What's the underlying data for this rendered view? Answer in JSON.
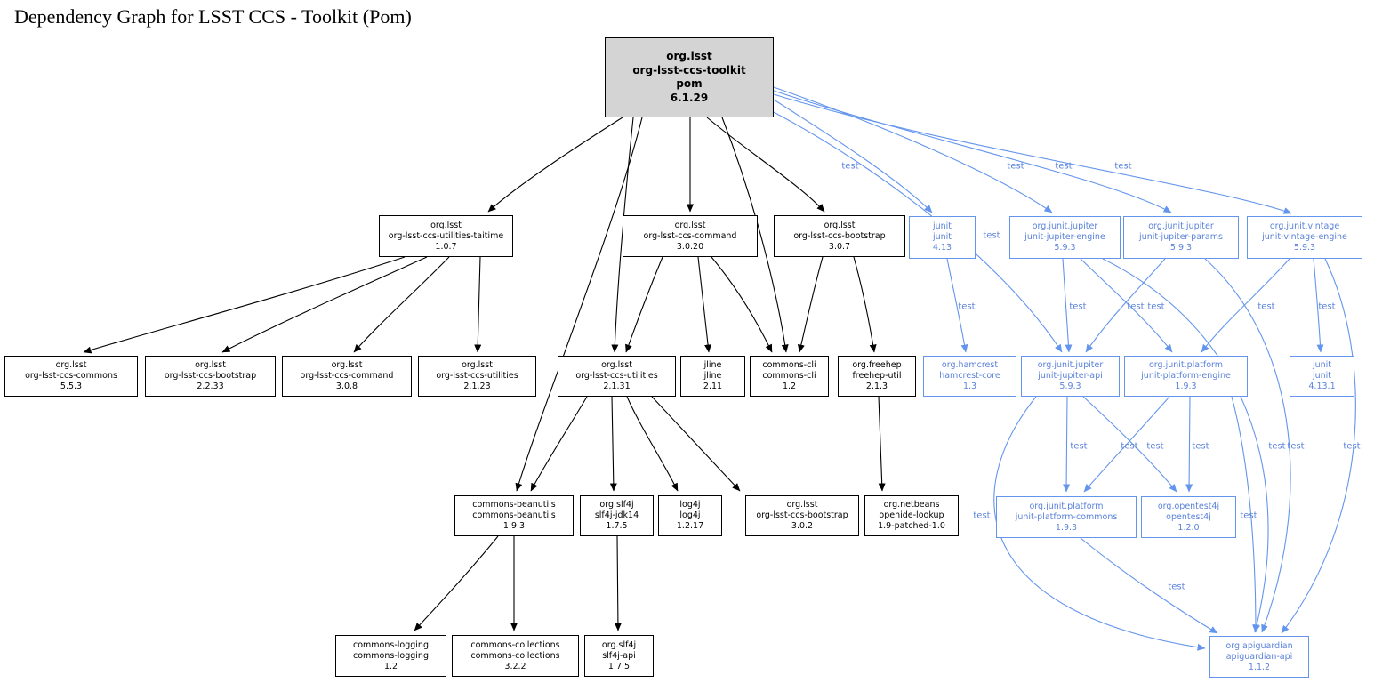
{
  "title": "Dependency Graph for LSST CCS - Toolkit (Pom)",
  "colors": {
    "dependency_edge": "#000000",
    "test_edge": "#6495ED",
    "test_text": "#5b82da",
    "root_fill": "#d4d4d4",
    "node_fill": "#ffffff",
    "background": "#ffffff"
  },
  "nodes": [
    {
      "id": "root",
      "kind": "root",
      "lines": [
        "org.lsst",
        "org-lsst-ccs-toolkit",
        "pom",
        "6.1.29"
      ]
    },
    {
      "id": "taitime",
      "kind": "dep",
      "lines": [
        "org.lsst",
        "org-lsst-ccs-utilities-taitime",
        "1.0.7"
      ]
    },
    {
      "id": "cmd320",
      "kind": "dep",
      "lines": [
        "org.lsst",
        "org-lsst-ccs-command",
        "3.0.20"
      ]
    },
    {
      "id": "boot307",
      "kind": "dep",
      "lines": [
        "org.lsst",
        "org-lsst-ccs-bootstrap",
        "3.0.7"
      ]
    },
    {
      "id": "junit413",
      "kind": "test",
      "lines": [
        "junit",
        "junit",
        "4.13"
      ]
    },
    {
      "id": "jupeng",
      "kind": "test",
      "lines": [
        "org.junit.jupiter",
        "junit-jupiter-engine",
        "5.9.3"
      ]
    },
    {
      "id": "juppar",
      "kind": "test",
      "lines": [
        "org.junit.jupiter",
        "junit-jupiter-params",
        "5.9.3"
      ]
    },
    {
      "id": "vineng",
      "kind": "test",
      "lines": [
        "org.junit.vintage",
        "junit-vintage-engine",
        "5.9.3"
      ]
    },
    {
      "id": "commons553",
      "kind": "dep",
      "lines": [
        "org.lsst",
        "org-lsst-ccs-commons",
        "5.5.3"
      ]
    },
    {
      "id": "boot2233",
      "kind": "dep",
      "lines": [
        "org.lsst",
        "org-lsst-ccs-bootstrap",
        "2.2.33"
      ]
    },
    {
      "id": "cmd308",
      "kind": "dep",
      "lines": [
        "org.lsst",
        "org-lsst-ccs-command",
        "3.0.8"
      ]
    },
    {
      "id": "util2123",
      "kind": "dep",
      "lines": [
        "org.lsst",
        "org-lsst-ccs-utilities",
        "2.1.23"
      ]
    },
    {
      "id": "util2131",
      "kind": "dep",
      "lines": [
        "org.lsst",
        "org-lsst-ccs-utilities",
        "2.1.31"
      ]
    },
    {
      "id": "jline",
      "kind": "dep",
      "lines": [
        "jline",
        "jline",
        "2.11"
      ]
    },
    {
      "id": "cli",
      "kind": "dep",
      "lines": [
        "commons-cli",
        "commons-cli",
        "1.2"
      ]
    },
    {
      "id": "freehep",
      "kind": "dep",
      "lines": [
        "org.freehep",
        "freehep-util",
        "2.1.3"
      ]
    },
    {
      "id": "hamcrest",
      "kind": "test",
      "lines": [
        "org.hamcrest",
        "hamcrest-core",
        "1.3"
      ]
    },
    {
      "id": "jupapi",
      "kind": "test",
      "lines": [
        "org.junit.jupiter",
        "junit-jupiter-api",
        "5.9.3"
      ]
    },
    {
      "id": "plateng",
      "kind": "test",
      "lines": [
        "org.junit.platform",
        "junit-platform-engine",
        "1.9.3"
      ]
    },
    {
      "id": "junit4131",
      "kind": "test",
      "lines": [
        "junit",
        "junit",
        "4.13.1"
      ]
    },
    {
      "id": "beanutils",
      "kind": "dep",
      "lines": [
        "commons-beanutils",
        "commons-beanutils",
        "1.9.3"
      ]
    },
    {
      "id": "slf4jjdk",
      "kind": "dep",
      "lines": [
        "org.slf4j",
        "slf4j-jdk14",
        "1.7.5"
      ]
    },
    {
      "id": "log4j",
      "kind": "dep",
      "lines": [
        "log4j",
        "log4j",
        "1.2.17"
      ]
    },
    {
      "id": "boot302",
      "kind": "dep",
      "lines": [
        "org.lsst",
        "org-lsst-ccs-bootstrap",
        "3.0.2"
      ]
    },
    {
      "id": "netbeans",
      "kind": "dep",
      "lines": [
        "org.netbeans",
        "openide-lookup",
        "1.9-patched-1.0"
      ]
    },
    {
      "id": "platcom",
      "kind": "test",
      "lines": [
        "org.junit.platform",
        "junit-platform-commons",
        "1.9.3"
      ]
    },
    {
      "id": "opentest",
      "kind": "test",
      "lines": [
        "org.opentest4j",
        "opentest4j",
        "1.2.0"
      ]
    },
    {
      "id": "clogging",
      "kind": "dep",
      "lines": [
        "commons-logging",
        "commons-logging",
        "1.2"
      ]
    },
    {
      "id": "ccollections",
      "kind": "dep",
      "lines": [
        "commons-collections",
        "commons-collections",
        "3.2.2"
      ]
    },
    {
      "id": "slf4japi",
      "kind": "dep",
      "lines": [
        "org.slf4j",
        "slf4j-api",
        "1.7.5"
      ]
    },
    {
      "id": "apiguard",
      "kind": "test",
      "lines": [
        "org.apiguardian",
        "apiguardian-api",
        "1.1.2"
      ]
    }
  ],
  "edges": [
    {
      "from": "root",
      "to": "taitime",
      "scope": "compile",
      "label": ""
    },
    {
      "from": "root",
      "to": "beanutils",
      "scope": "compile",
      "label": ""
    },
    {
      "from": "root",
      "to": "util2131",
      "scope": "compile",
      "label": ""
    },
    {
      "from": "root",
      "to": "cmd320",
      "scope": "compile",
      "label": ""
    },
    {
      "from": "root",
      "to": "boot307",
      "scope": "compile",
      "label": ""
    },
    {
      "from": "root",
      "to": "cli",
      "scope": "compile",
      "label": ""
    },
    {
      "from": "taitime",
      "to": "commons553",
      "scope": "compile",
      "label": ""
    },
    {
      "from": "taitime",
      "to": "boot2233",
      "scope": "compile",
      "label": ""
    },
    {
      "from": "taitime",
      "to": "cmd308",
      "scope": "compile",
      "label": ""
    },
    {
      "from": "taitime",
      "to": "util2123",
      "scope": "compile",
      "label": ""
    },
    {
      "from": "cmd320",
      "to": "util2131",
      "scope": "compile",
      "label": ""
    },
    {
      "from": "cmd320",
      "to": "jline",
      "scope": "compile",
      "label": ""
    },
    {
      "from": "cmd320",
      "to": "cli",
      "scope": "compile",
      "label": ""
    },
    {
      "from": "boot307",
      "to": "cli",
      "scope": "compile",
      "label": ""
    },
    {
      "from": "boot307",
      "to": "freehep",
      "scope": "compile",
      "label": ""
    },
    {
      "from": "util2131",
      "to": "beanutils",
      "scope": "compile",
      "label": ""
    },
    {
      "from": "util2131",
      "to": "slf4jjdk",
      "scope": "compile",
      "label": ""
    },
    {
      "from": "util2131",
      "to": "log4j",
      "scope": "compile",
      "label": ""
    },
    {
      "from": "util2131",
      "to": "boot302",
      "scope": "compile",
      "label": ""
    },
    {
      "from": "freehep",
      "to": "netbeans",
      "scope": "compile",
      "label": ""
    },
    {
      "from": "beanutils",
      "to": "clogging",
      "scope": "compile",
      "label": ""
    },
    {
      "from": "beanutils",
      "to": "ccollections",
      "scope": "compile",
      "label": ""
    },
    {
      "from": "slf4jjdk",
      "to": "slf4japi",
      "scope": "compile",
      "label": ""
    },
    {
      "from": "root",
      "to": "junit413",
      "scope": "test",
      "label": "test"
    },
    {
      "from": "root",
      "to": "jupeng",
      "scope": "test",
      "label": "test"
    },
    {
      "from": "root",
      "to": "juppar",
      "scope": "test",
      "label": "test"
    },
    {
      "from": "root",
      "to": "vineng",
      "scope": "test",
      "label": "test"
    },
    {
      "from": "root",
      "to": "jupapi",
      "scope": "test",
      "label": "test"
    },
    {
      "from": "junit413",
      "to": "hamcrest",
      "scope": "test",
      "label": "test"
    },
    {
      "from": "jupeng",
      "to": "jupapi",
      "scope": "test",
      "label": "test"
    },
    {
      "from": "jupeng",
      "to": "plateng",
      "scope": "test",
      "label": "test"
    },
    {
      "from": "juppar",
      "to": "jupapi",
      "scope": "test",
      "label": "test"
    },
    {
      "from": "vineng",
      "to": "plateng",
      "scope": "test",
      "label": "test"
    },
    {
      "from": "vineng",
      "to": "junit4131",
      "scope": "test",
      "label": "test"
    },
    {
      "from": "jupapi",
      "to": "platcom",
      "scope": "test",
      "label": "test"
    },
    {
      "from": "jupapi",
      "to": "opentest",
      "scope": "test",
      "label": "test"
    },
    {
      "from": "plateng",
      "to": "platcom",
      "scope": "test",
      "label": "test"
    },
    {
      "from": "plateng",
      "to": "opentest",
      "scope": "test",
      "label": "test"
    },
    {
      "from": "jupeng",
      "to": "apiguard",
      "scope": "test",
      "label": "test"
    },
    {
      "from": "juppar",
      "to": "apiguard",
      "scope": "test",
      "label": "test"
    },
    {
      "from": "vineng",
      "to": "apiguard",
      "scope": "test",
      "label": "test"
    },
    {
      "from": "plateng",
      "to": "apiguard",
      "scope": "test",
      "label": "test"
    },
    {
      "from": "jupapi",
      "to": "apiguard",
      "scope": "test",
      "label": "test"
    },
    {
      "from": "platcom",
      "to": "apiguard",
      "scope": "test",
      "label": "test"
    }
  ]
}
